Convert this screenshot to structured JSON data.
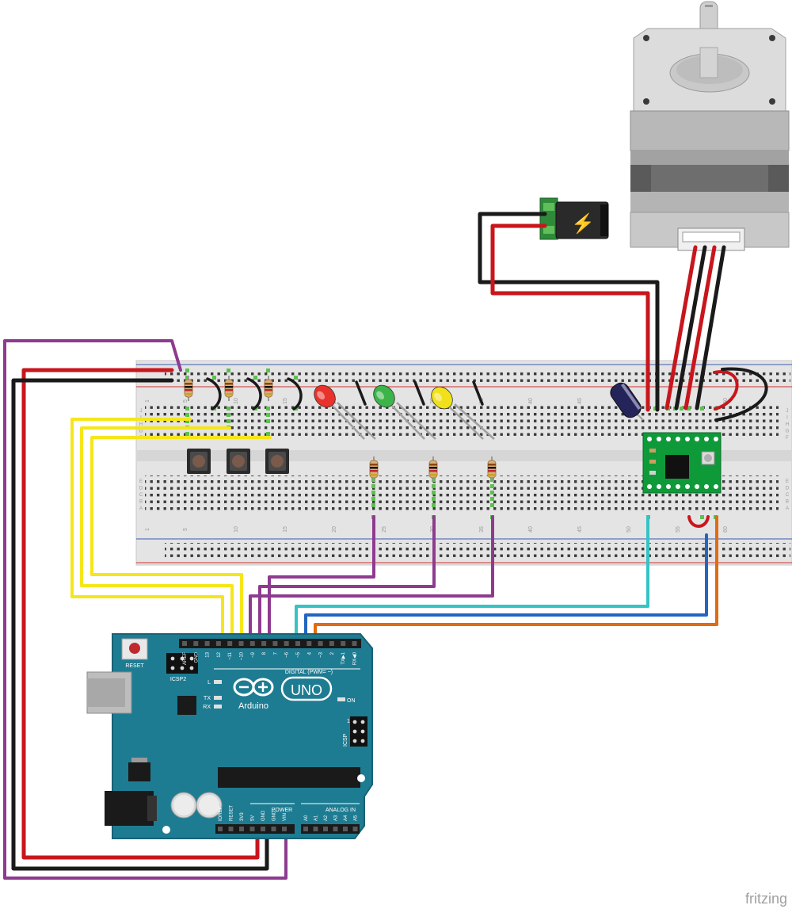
{
  "breadboard": {
    "column_numbers": [
      "1",
      "5",
      "10",
      "15",
      "20",
      "25",
      "30",
      "35",
      "40",
      "45",
      "50",
      "55",
      "60"
    ],
    "row_letters_top": [
      "J",
      "I",
      "H",
      "G",
      "F"
    ],
    "row_letters_bottom": [
      "E",
      "D",
      "C",
      "B",
      "A"
    ]
  },
  "arduino": {
    "reset_label": "RESET",
    "icsp2_label": "ICSP2",
    "icsp_label": "ICSP",
    "logo_text": "Arduino",
    "model_text": "UNO",
    "on_label": "ON",
    "l_label": "L",
    "tx_label": "TX",
    "rx_label": "RX",
    "digital_header_label": "DIGITAL (PWM= ~)",
    "power_label": "POWER",
    "analog_label": "ANALOG IN",
    "icsp_pin_one": "1",
    "digital_pins": [
      "AREF",
      "GND",
      "13",
      "12",
      "~11",
      "~10",
      "~9",
      "8",
      "7",
      "~6",
      "~5",
      "4",
      "~3",
      "2",
      "TX▶1",
      "RX◀0"
    ],
    "power_pins": [
      "IOREF",
      "RESET",
      "3V3",
      "5V",
      "GND",
      "GND",
      "VIN"
    ],
    "analog_pins": [
      "A0",
      "A1",
      "A2",
      "A3",
      "A4",
      "A5"
    ]
  },
  "components": {
    "power_jack_symbol": "⚡",
    "led_colors": [
      "#e8322b",
      "#3cb44a",
      "#f1e11a"
    ],
    "capacitor_color": "#24245a",
    "driver_color": "#0f9a3a",
    "arduino_color": "#1e7c92"
  },
  "wire_colors": {
    "red": "#c8161d",
    "black": "#1a1a1a",
    "purple": "#8e3b8f",
    "yellow": "#f5e61a",
    "cyan": "#35c3c4",
    "blue": "#2366c0",
    "orange": "#e06b12"
  },
  "footer": {
    "watermark": "fritzing"
  }
}
